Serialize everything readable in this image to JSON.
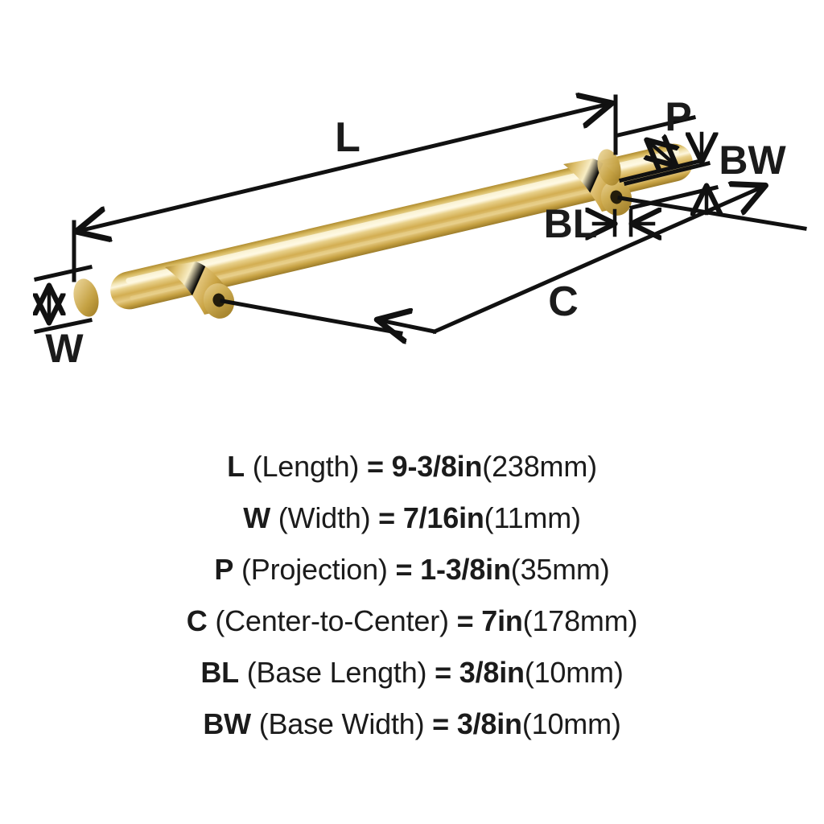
{
  "diagram": {
    "title": "Cabinet bar pull dimension diagram",
    "finish_color": "#c9a43f",
    "line_color": "#111111",
    "background": "#ffffff",
    "labels": {
      "length": "L",
      "width": "W",
      "projection": "P",
      "center_to_center": "C",
      "base_length": "BL",
      "base_width": "BW"
    },
    "icon_names": {
      "bar": "brass-bar-icon",
      "left_post": "left-mounting-post-icon",
      "right_post": "right-mounting-post-icon",
      "screw_hole_left": "left-screw-hole-icon",
      "screw_hole_right": "right-screw-hole-icon"
    }
  },
  "specs": [
    {
      "symbol": "L",
      "name": " (Length) ",
      "equals": "= ",
      "value": "9-3/8in",
      "metric": "(238mm)"
    },
    {
      "symbol": "W",
      "name": " (Width) ",
      "equals": "= ",
      "value": "7/16in",
      "metric": "(11mm)"
    },
    {
      "symbol": "P",
      "name": " (Projection) ",
      "equals": "= ",
      "value": "1-3/8in",
      "metric": "(35mm)"
    },
    {
      "symbol": "C",
      "name": " (Center-to-Center) ",
      "equals": "= ",
      "value": "7in",
      "metric": "(178mm)"
    },
    {
      "symbol": "BL",
      "name": " (Base Length) ",
      "equals": "= ",
      "value": "3/8in",
      "metric": "(10mm)"
    },
    {
      "symbol": "BW",
      "name": " (Base Width) ",
      "equals": "= ",
      "value": "3/8in",
      "metric": "(10mm)"
    }
  ]
}
